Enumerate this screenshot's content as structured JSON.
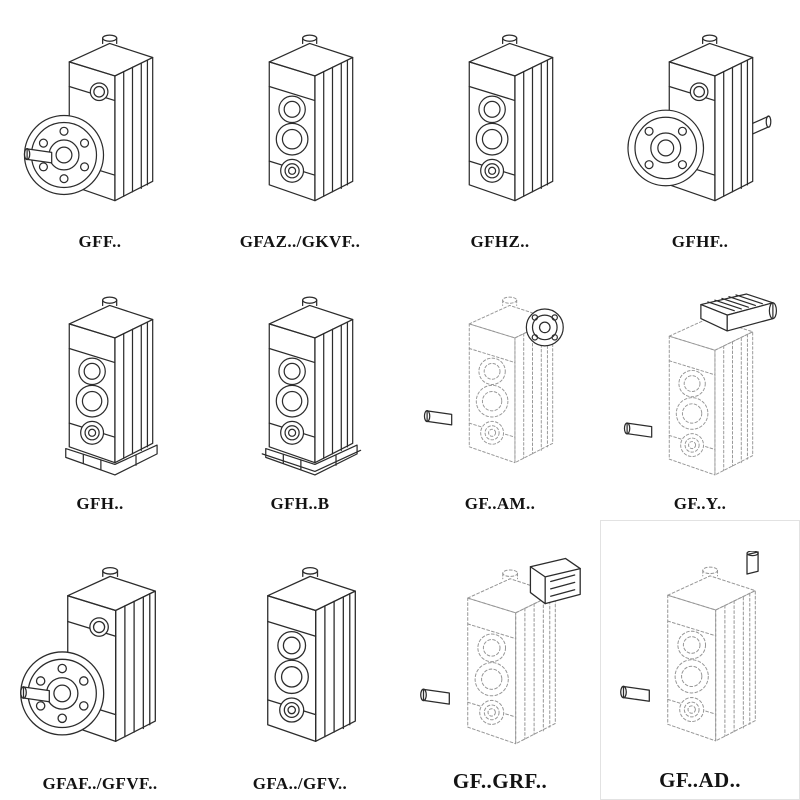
{
  "colors": {
    "background": "#ffffff",
    "line": "#2c2c2c",
    "phantom_line": "#979797"
  },
  "catalog": {
    "cells": [
      {
        "label": "GFF..",
        "drawing": "gearbox-flange-output-shaft"
      },
      {
        "label": "GFAZ../GKVF..",
        "drawing": "gearbox-hollow-shaft"
      },
      {
        "label": "GFHZ..",
        "drawing": "gearbox-hollow-shaft"
      },
      {
        "label": "GFHF..",
        "drawing": "gearbox-output-flange"
      },
      {
        "label": "GFH..",
        "drawing": "gearbox-foot-mounted"
      },
      {
        "label": "GFH..B",
        "drawing": "gearbox-foot-mounted-base"
      },
      {
        "label": "GF..AM..",
        "drawing": "gearbox-phantom-motor-adapter-flange"
      },
      {
        "label": "GF..Y..",
        "drawing": "gearbox-phantom-with-motor"
      },
      {
        "label": "GFAF../GFVF..",
        "drawing": "gearbox-flange-output-shaft"
      },
      {
        "label": "GFA../GFV..",
        "drawing": "gearbox-hollow-shaft"
      },
      {
        "label": "GF..GRF..",
        "drawing": "gearbox-phantom-adapter-block"
      },
      {
        "label": "GF..AD..",
        "drawing": "gearbox-phantom-input-shaft"
      }
    ]
  }
}
